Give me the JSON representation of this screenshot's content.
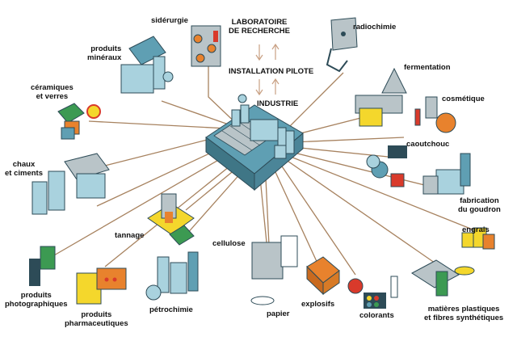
{
  "center": {
    "lab_line1": "LABORATOIRE",
    "lab_line2": "DE RECHERCHE",
    "pilot": "INSTALLATION PILOTE",
    "industry": "INDUSTRIE"
  },
  "labels": {
    "siderurgie": "sidérurgie",
    "radiochimie": "radiochimie",
    "produits_mineraux_1": "produits",
    "produits_mineraux_2": "minéraux",
    "fermentation": "fermentation",
    "ceramiques_1": "céramiques",
    "ceramiques_2": "et verres",
    "cosmetique": "cosmétique",
    "caoutchouc": "caoutchouc",
    "chaux_1": "chaux",
    "chaux_2": "et ciments",
    "goudron_1": "fabrication",
    "goudron_2": "du goudron",
    "tannage": "tannage",
    "engrais": "engrais",
    "cellulose": "cellulose",
    "photo_1": "produits",
    "photo_2": "photographiques",
    "pharma_1": "produits",
    "pharma_2": "pharmaceutiques",
    "petrochimie": "pétrochimie",
    "papier": "papier",
    "explosifs": "explosifs",
    "colorants": "colorants",
    "plastiques_1": "matières plastiques",
    "plastiques_2": "et fibres synthétiques"
  },
  "colors": {
    "link_line": "#a7825f",
    "steel_blue": "#5f9fb3",
    "light_blue": "#a9d2de",
    "roof_gray": "#b9c4c8",
    "orange": "#e8822d",
    "yellow": "#f4d72c",
    "red": "#d93a2b",
    "green": "#3c9a52"
  }
}
